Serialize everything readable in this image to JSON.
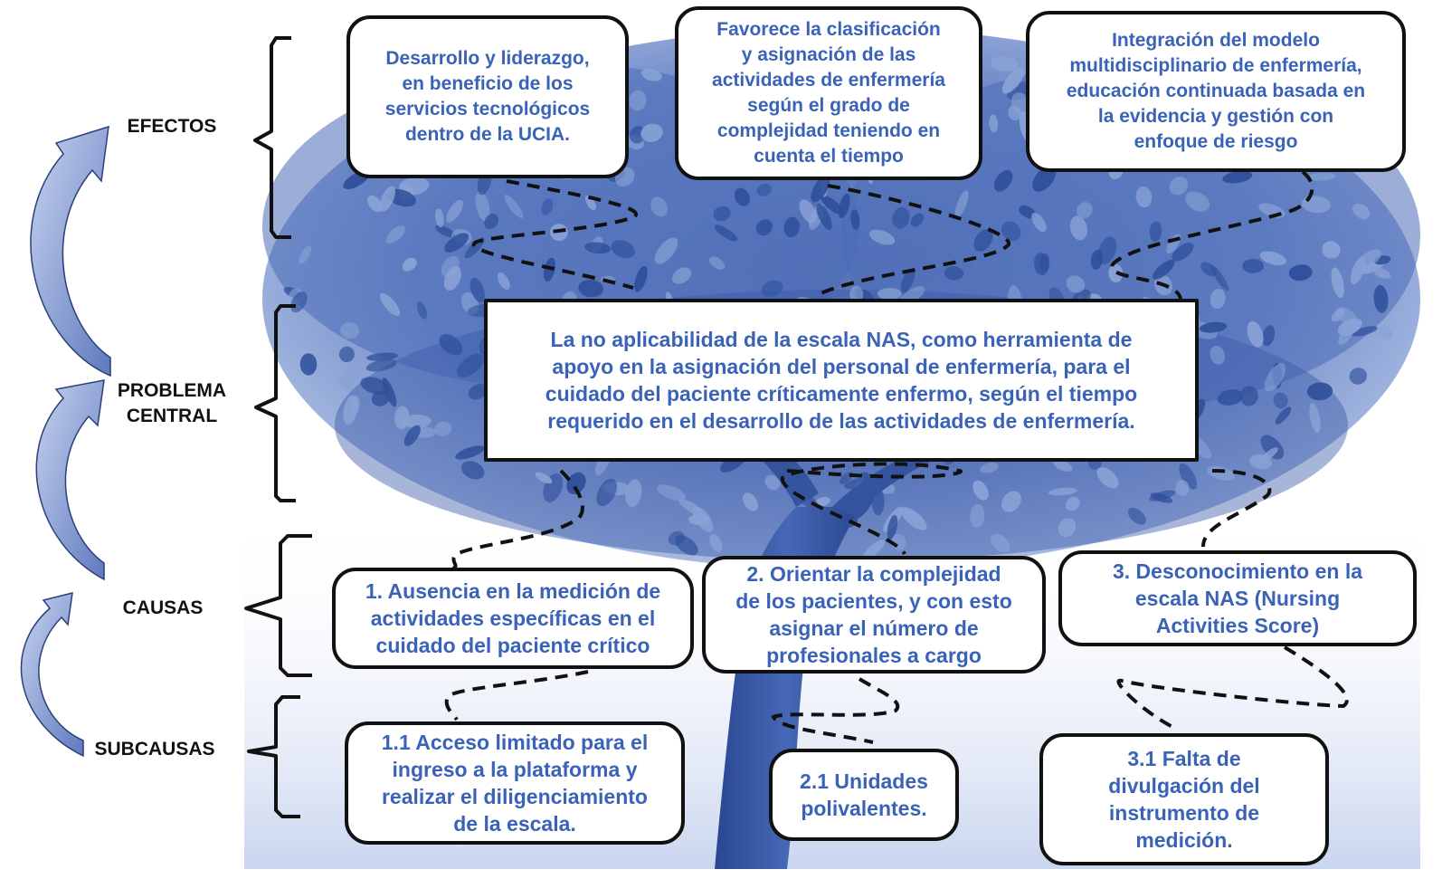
{
  "labels": {
    "efectos": "EFECTOS",
    "problema": "PROBLEMA\nCENTRAL",
    "causas": "CAUSAS",
    "subcausas": "SUBCAUSAS"
  },
  "effects": [
    "Desarrollo y liderazgo,\nen beneficio de los\nservicios tecnológicos\ndentro de la UCIA.",
    "Favorece la clasificación\ny asignación de las\nactividades de enfermería\nsegún el grado de\ncomplejidad teniendo en\ncuenta el tiempo",
    "Integración del modelo\nmultidisciplinario de enfermería,\neducación continuada basada en\nla evidencia y gestión con\nenfoque de riesgo"
  ],
  "central_problem": "La no aplicabilidad de la escala NAS, como herramienta de\napoyo en la asignación del personal de enfermería, para el\ncuidado del paciente críticamente enfermo, según el tiempo\nrequerido en el desarrollo de las actividades de enfermería.",
  "causes": [
    "1. Ausencia en la medición de\nactividades específicas en el\ncuidado del paciente crítico",
    "2. Orientar la complejidad\nde los pacientes, y con esto\nasignar el número de\nprofesionales a cargo",
    "3. Desconocimiento en la\nescala NAS (Nursing\nActivities Score)"
  ],
  "subcauses": [
    "1.1 Acceso limitado para el\ningreso a la plataforma y\nrealizar el diligenciamiento\nde la escala.",
    "2.1 Unidades\npolivalentes.",
    "3.1 Falta de\ndivulgación del\ninstrumento de\nmedición."
  ],
  "colors": {
    "tree_dark": "#2f4f9a",
    "tree_light": "#8aa3d6",
    "text_blue": "#3a63b8",
    "arrow_fill": "#7f97cf",
    "border": "#111111"
  }
}
